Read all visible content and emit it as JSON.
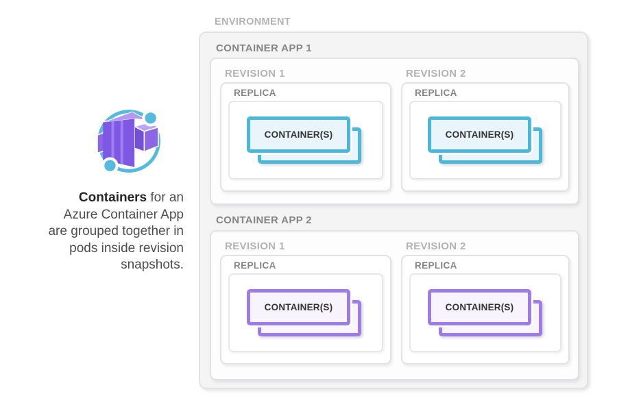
{
  "sidebar": {
    "icon": "azure-container-apps",
    "caption": {
      "lines": [
        {
          "bold": "Containers",
          "text": " for an"
        },
        {
          "bold": "",
          "text": "Azure Container App"
        },
        {
          "bold": "",
          "text": "are grouped together in"
        },
        {
          "bold": "",
          "text": "pods inside revision"
        },
        {
          "bold": "",
          "text": "snapshots."
        }
      ]
    }
  },
  "diagram": {
    "environment_label": "ENVIRONMENT",
    "apps": [
      {
        "label": "CONTAINER APP 1",
        "accent": "teal",
        "revisions": [
          {
            "label": "REVISION 1",
            "replica_label": "REPLICA",
            "container_label": "CONTAINER(S)"
          },
          {
            "label": "REVISION 2",
            "replica_label": "REPLICA",
            "container_label": "CONTAINER(S)"
          }
        ]
      },
      {
        "label": "CONTAINER APP 2",
        "accent": "purple",
        "revisions": [
          {
            "label": "REVISION 1",
            "replica_label": "REPLICA",
            "container_label": "CONTAINER(S)"
          },
          {
            "label": "REVISION 2",
            "replica_label": "REPLICA",
            "container_label": "CONTAINER(S)"
          }
        ]
      }
    ]
  },
  "colors": {
    "teal_border": "#4CB8D9",
    "teal_fill": "#E9F5FB",
    "purple_border": "#9D7CE8",
    "purple_fill": "#F7F4FE",
    "label_light": "#B3B3B4",
    "label_dark": "#858586",
    "box_border": "#E2E2E4",
    "env_fill": "#F4F4F5",
    "icon_ring": "#55BBDC",
    "icon_cube": "#7E57E2"
  }
}
